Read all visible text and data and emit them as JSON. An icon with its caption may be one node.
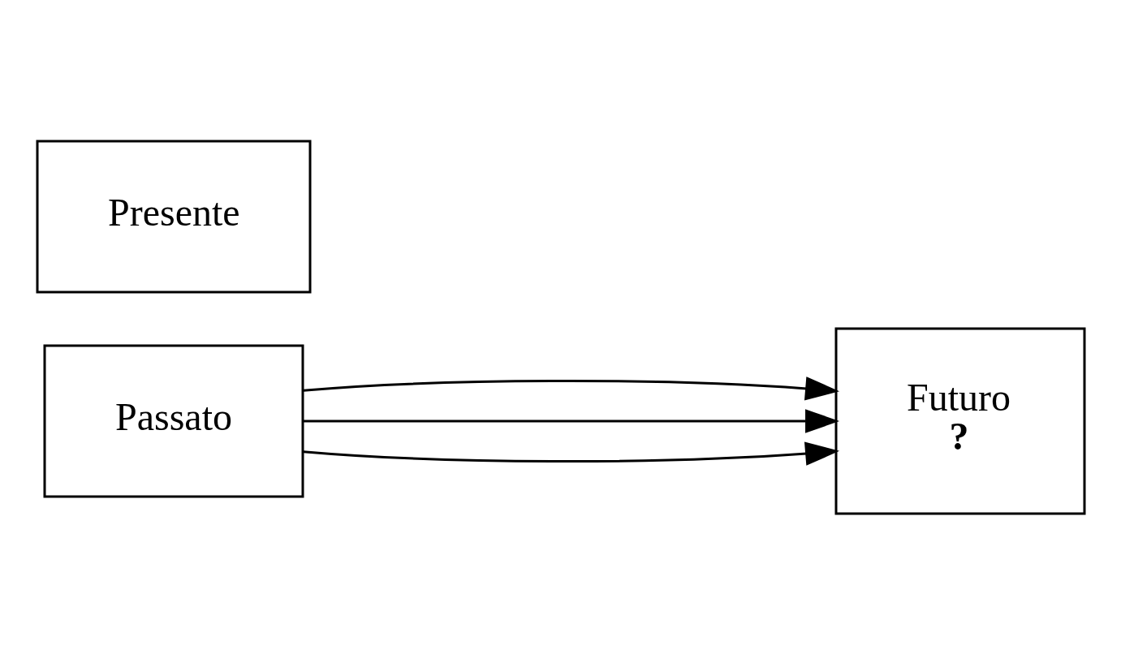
{
  "diagram": {
    "nodes": [
      {
        "text": [
          "Futuro",
          "?"
        ]
      },
      {
        "text": [
          "Presente"
        ]
      },
      {
        "text": [
          "Passato"
        ]
      }
    ],
    "edges": [
      {
        "from": 2,
        "to": 0,
        "arrow": "to"
      },
      {
        "from": 2,
        "to": 0,
        "arrow": "to"
      },
      {
        "from": 2,
        "to": 0,
        "arrow": "to"
      }
    ]
  }
}
